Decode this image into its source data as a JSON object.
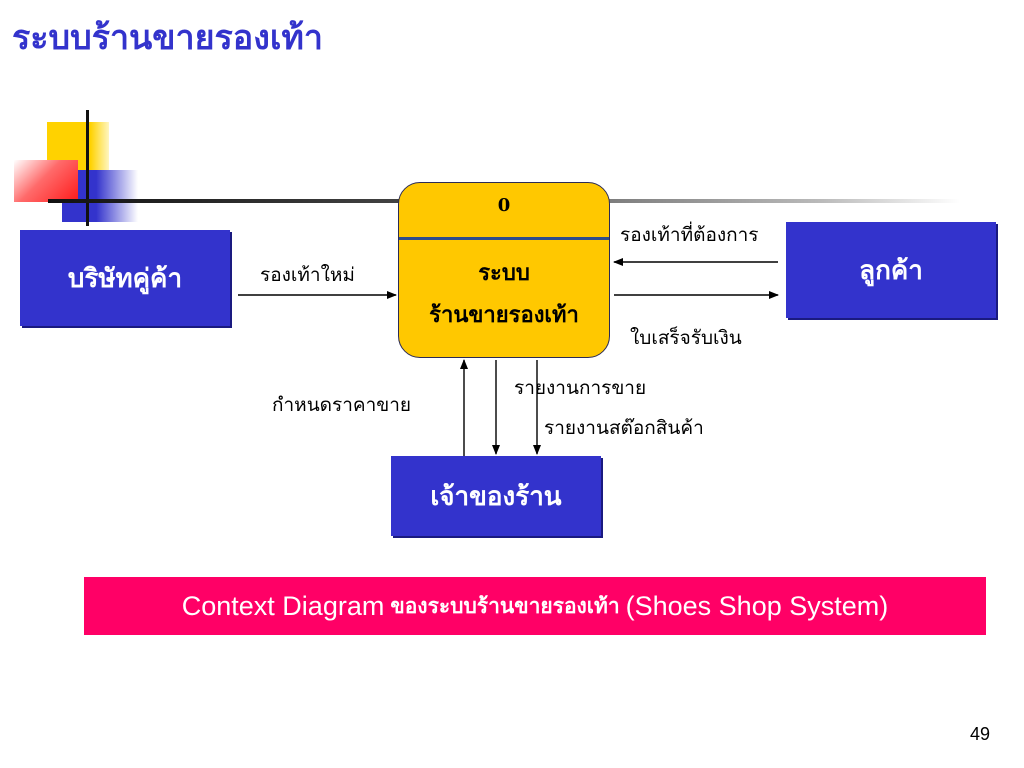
{
  "slide": {
    "title": "ระบบร้านขายรองเท้า",
    "page_number": "49"
  },
  "diagram": {
    "process": {
      "id": "0",
      "name_line1": "ระบบ",
      "name_line2": "ร้านขายรองเท้า"
    },
    "entities": {
      "supplier": "บริษัทคู่ค้า",
      "customer": "ลูกค้า",
      "owner": "เจ้าของร้าน"
    },
    "flows": {
      "new_shoes": "รองเท้าใหม่",
      "wanted_shoes": "รองเท้าที่ต้องการ",
      "receipt": "ใบเสร็จรับเงิน",
      "set_price": "กำหนดราคาขาย",
      "sales_report": "รายงานการขาย",
      "stock_report": "รายงานสต๊อกสินค้า"
    }
  },
  "caption": {
    "prefix": "Context Diagram",
    "thai": "ของระบบร้านขายรองเท้า",
    "suffix": "(Shoes Shop System)"
  },
  "colors": {
    "title": "#3333cc",
    "entity_fill": "#3333cc",
    "process_fill": "#ffc800",
    "caption_fill": "#ff0066"
  }
}
